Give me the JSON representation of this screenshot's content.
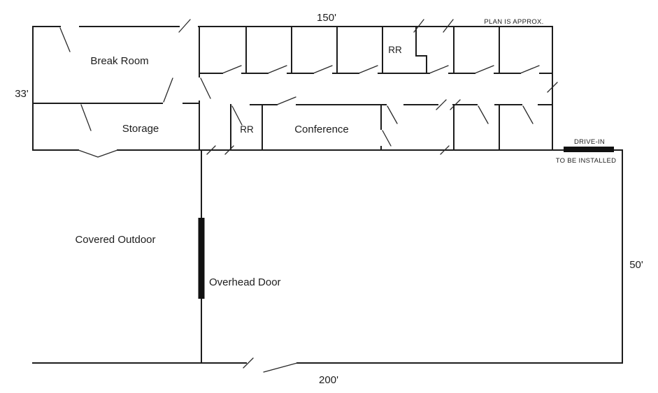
{
  "diagram": {
    "type": "floor-plan",
    "dimensions": {
      "top": "150'",
      "left": "33'",
      "right": "50'",
      "bottom": "200'"
    },
    "rooms": {
      "break_room": "Break Room",
      "storage": "Storage",
      "conference": "Conference",
      "rr_top": "RR",
      "rr_mid": "RR",
      "covered_outdoor": "Covered Outdoor"
    },
    "annotations": {
      "plan_approx": "PLAN IS APPROX.",
      "drive_in": "DRIVE-IN",
      "to_be_installed": "TO BE INSTALLED",
      "overhead_door": "Overhead Door"
    },
    "colors": {
      "wall": "#1c1c1c",
      "door_bar": "#111111",
      "background": "#ffffff"
    }
  }
}
